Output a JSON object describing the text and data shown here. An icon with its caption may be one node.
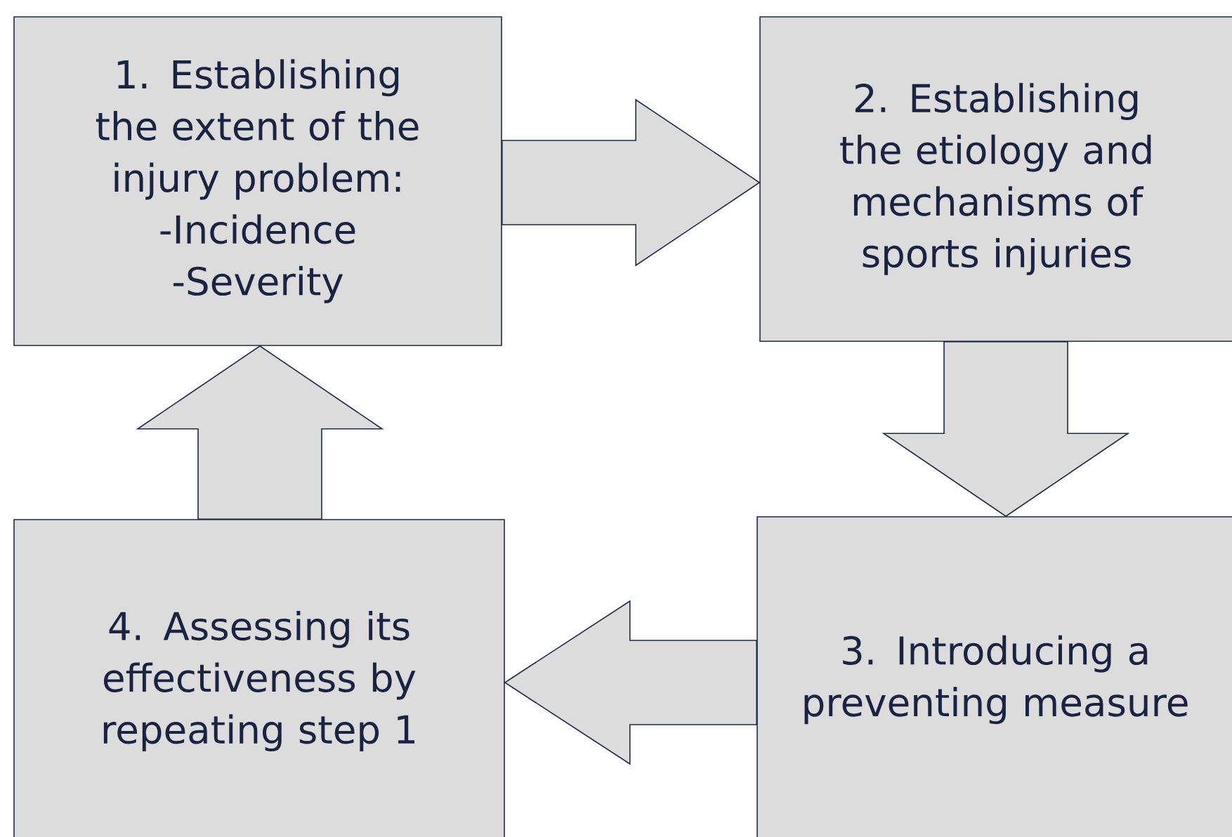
{
  "diagram": {
    "nodes": [
      {
        "text": [
          "1. Establishing the extent of the injury problem:",
          "-Incidence",
          "-Severity"
        ]
      },
      {
        "text": [
          "2. Establishing the etiology and mechanisms of sports injuries"
        ]
      },
      {
        "text": [
          "3. Introducing a preventing measure"
        ]
      },
      {
        "text": [
          "4. Assessing its effectiveness by repeating step 1"
        ]
      }
    ],
    "edges": [
      {
        "from": 0,
        "to": 1,
        "arrow": "to"
      },
      {
        "from": 1,
        "to": 2,
        "arrow": "to"
      },
      {
        "from": 2,
        "to": 3,
        "arrow": "to"
      },
      {
        "from": 3,
        "to": 0,
        "arrow": "to"
      }
    ]
  }
}
